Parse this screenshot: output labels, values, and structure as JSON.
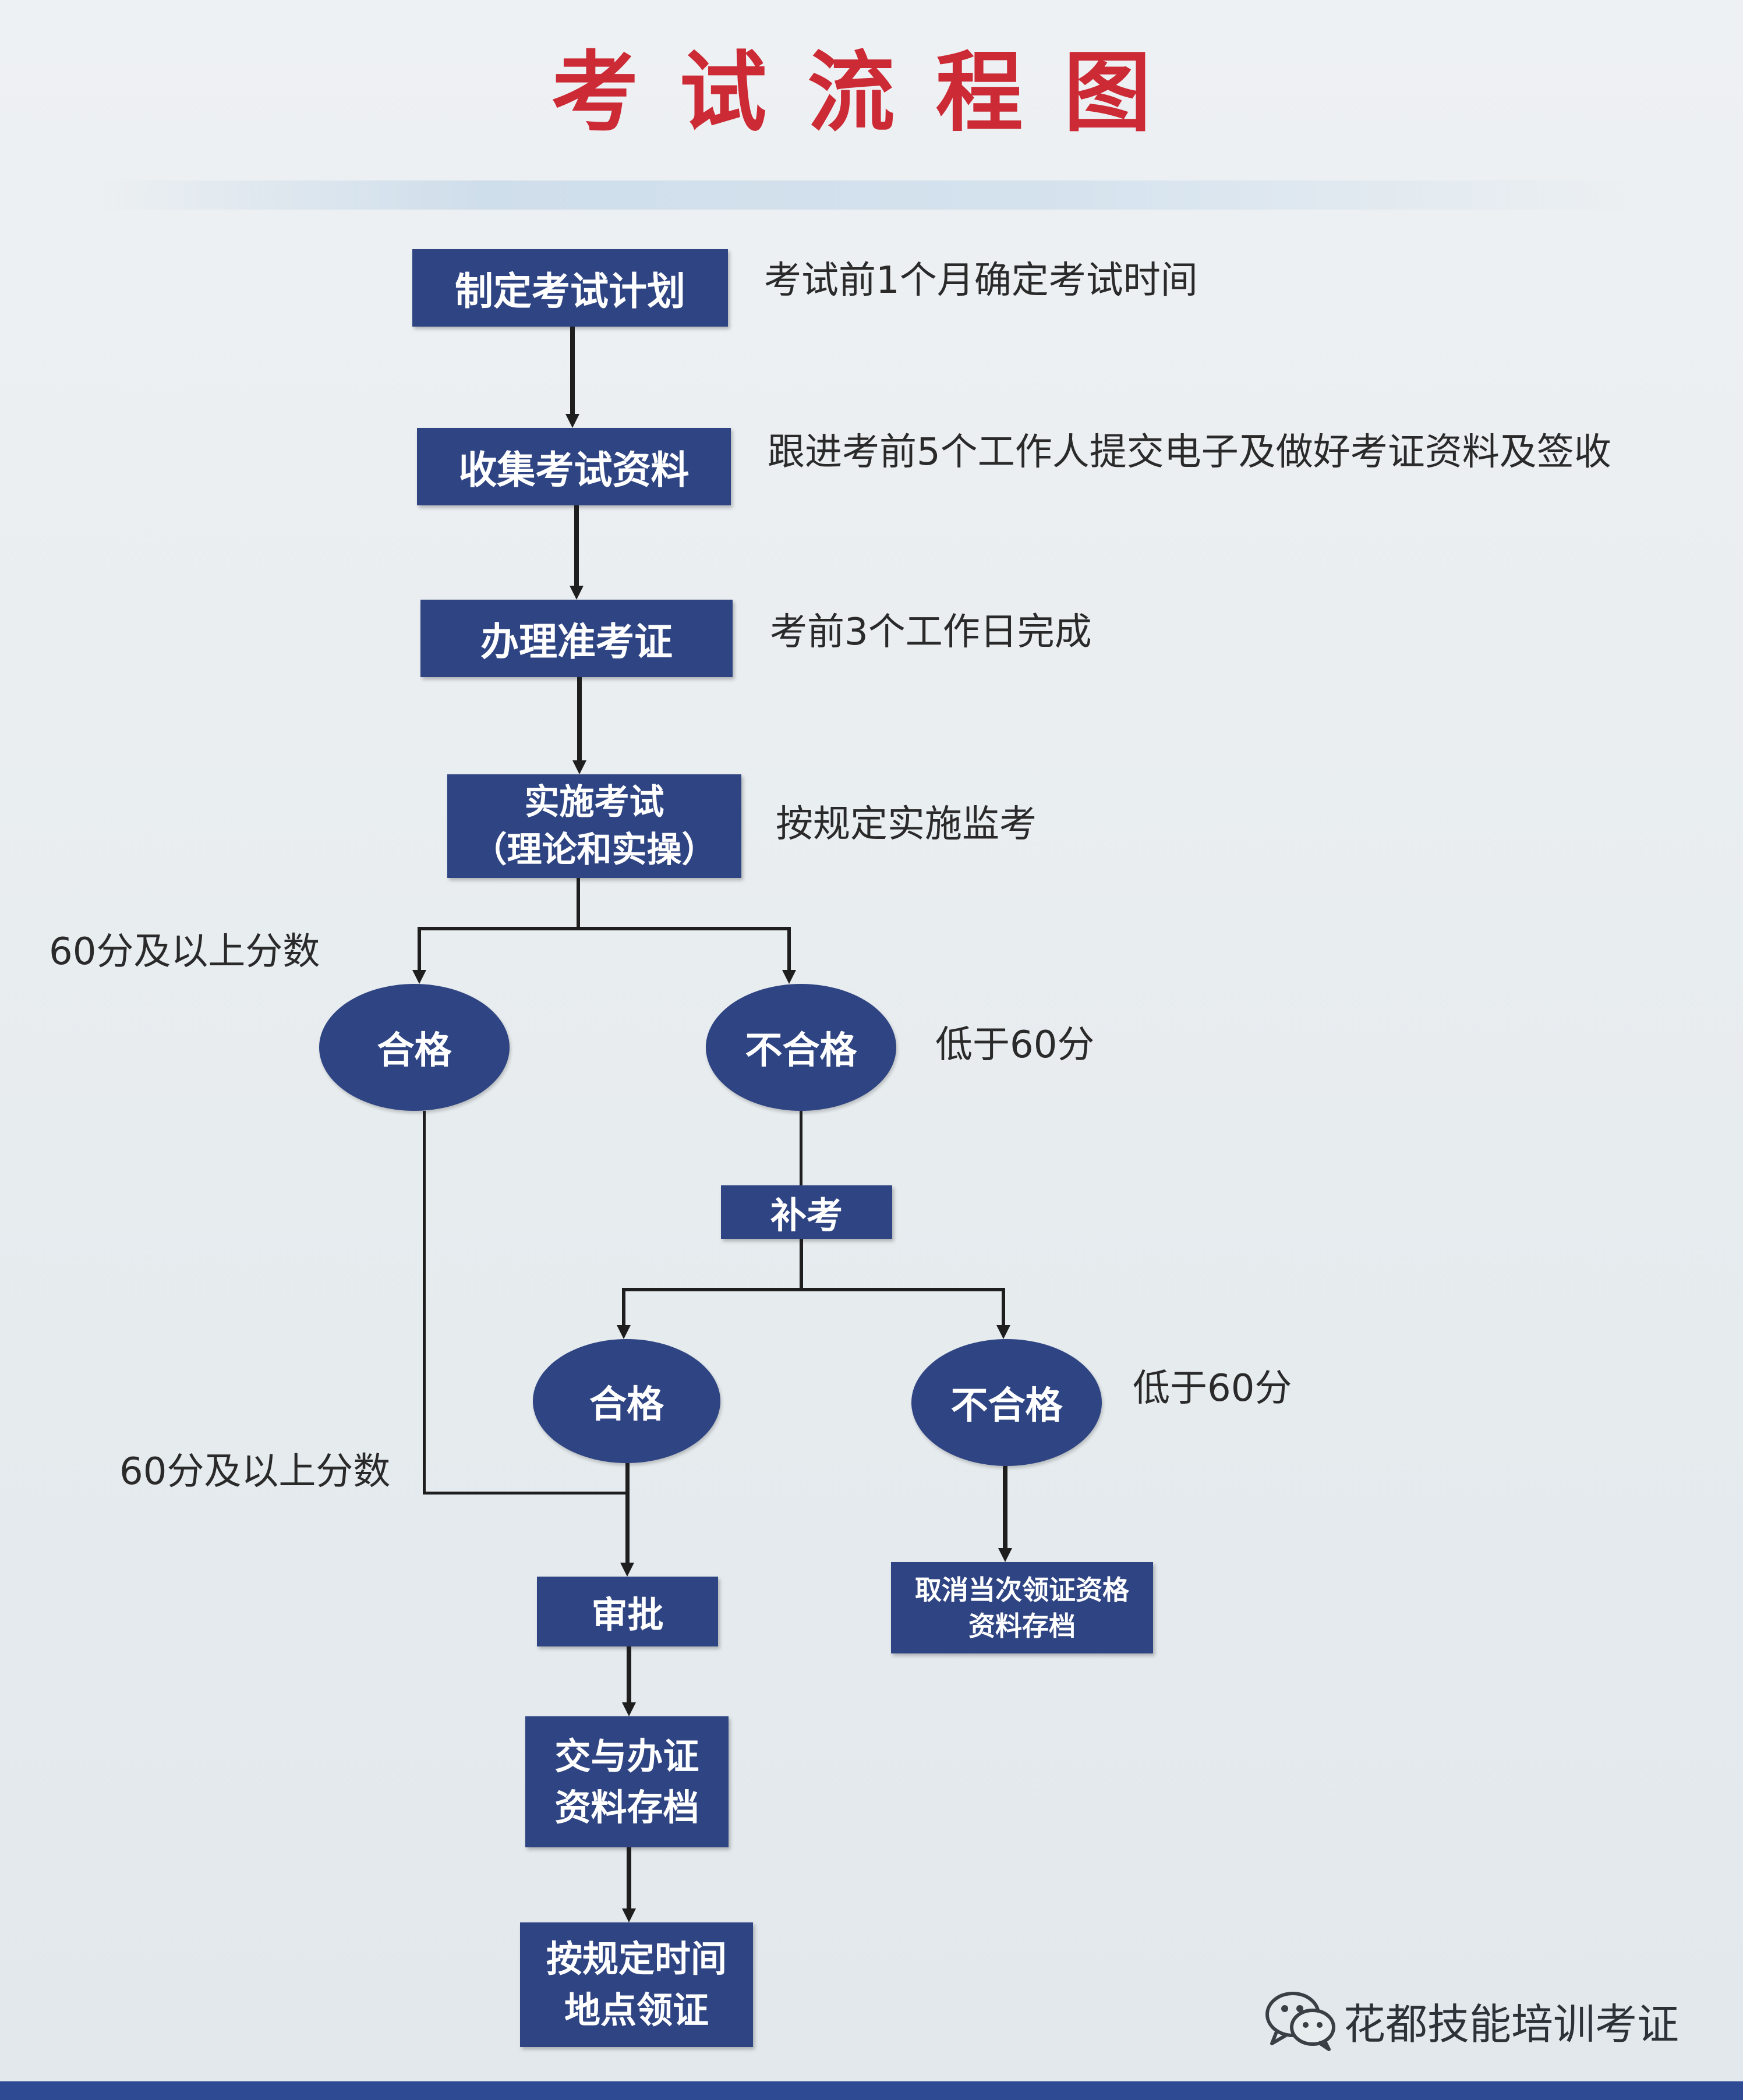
{
  "title": "考试流程图",
  "steps": {
    "plan": "制定考试计划",
    "collect": "收集考试资料",
    "admission": "办理准考证",
    "exam_line1": "实施考试",
    "exam_line2": "（理论和实操）",
    "makeup": "补考",
    "approve": "审批",
    "archive_line1": "交与办证",
    "archive_line2": "资料存档",
    "collect_cert_line1": "按规定时间",
    "collect_cert_line2": "地点领证",
    "cancel_line1": "取消当次领证资格",
    "cancel_line2": "资料存档"
  },
  "results": {
    "pass": "合格",
    "fail": "不合格"
  },
  "notes": {
    "plan": "考试前1个月确定考试时间",
    "collect": "跟进考前5个工作人提交电子及做好考证资料及签收",
    "admission": "考前3个工作日完成",
    "exam": "按规定实施监考",
    "pass_score": "60分及以上分数",
    "fail_score": "低于60分"
  },
  "watermark": {
    "icon": "wechat-icon",
    "text": "花都技能培训考证"
  },
  "colors": {
    "title": "#cc2b36",
    "node": "#2f4482",
    "bottom_bar": "#2e4a93"
  }
}
